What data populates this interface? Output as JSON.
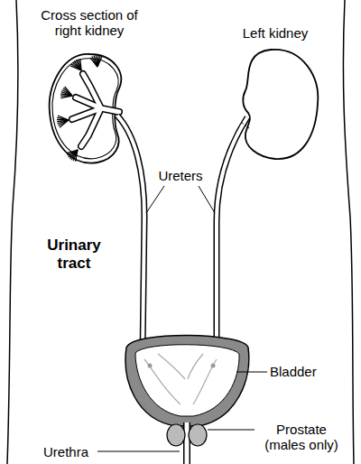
{
  "diagram": {
    "labels": [
      "Cross section of right kidney",
      "Left kidney",
      "Ureters",
      "Urinary tract",
      "Bladder",
      "Prostate (males only)",
      "Urethra"
    ]
  }
}
